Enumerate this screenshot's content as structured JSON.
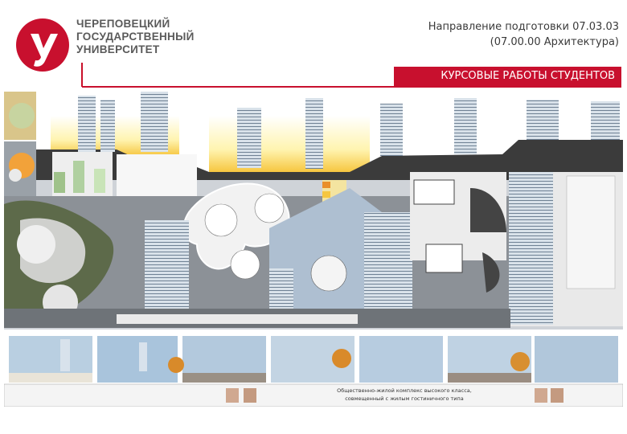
{
  "university": {
    "name_lines": [
      "ЧЕРЕПОВЕЦКИЙ",
      "ГОСУДАРСТВЕННЫЙ",
      "УНИВЕРСИТЕТ"
    ],
    "logo_letter": "У"
  },
  "header": {
    "direction_line1": "Направление подготовки 07.03.03",
    "direction_line2": "(07.00.00 Архитектура)"
  },
  "banner": {
    "title": "КУРСОВЫЕ РАБОТЫ СТУДЕНТОВ"
  },
  "poster": {
    "caption_line1": "Общественно-жилой комплекс высокого класса,",
    "caption_line2": "совмещенный с жилым гостиничного типа"
  },
  "colors": {
    "brand_red": "#c8102e",
    "text_gray": "#5a5a5a"
  }
}
